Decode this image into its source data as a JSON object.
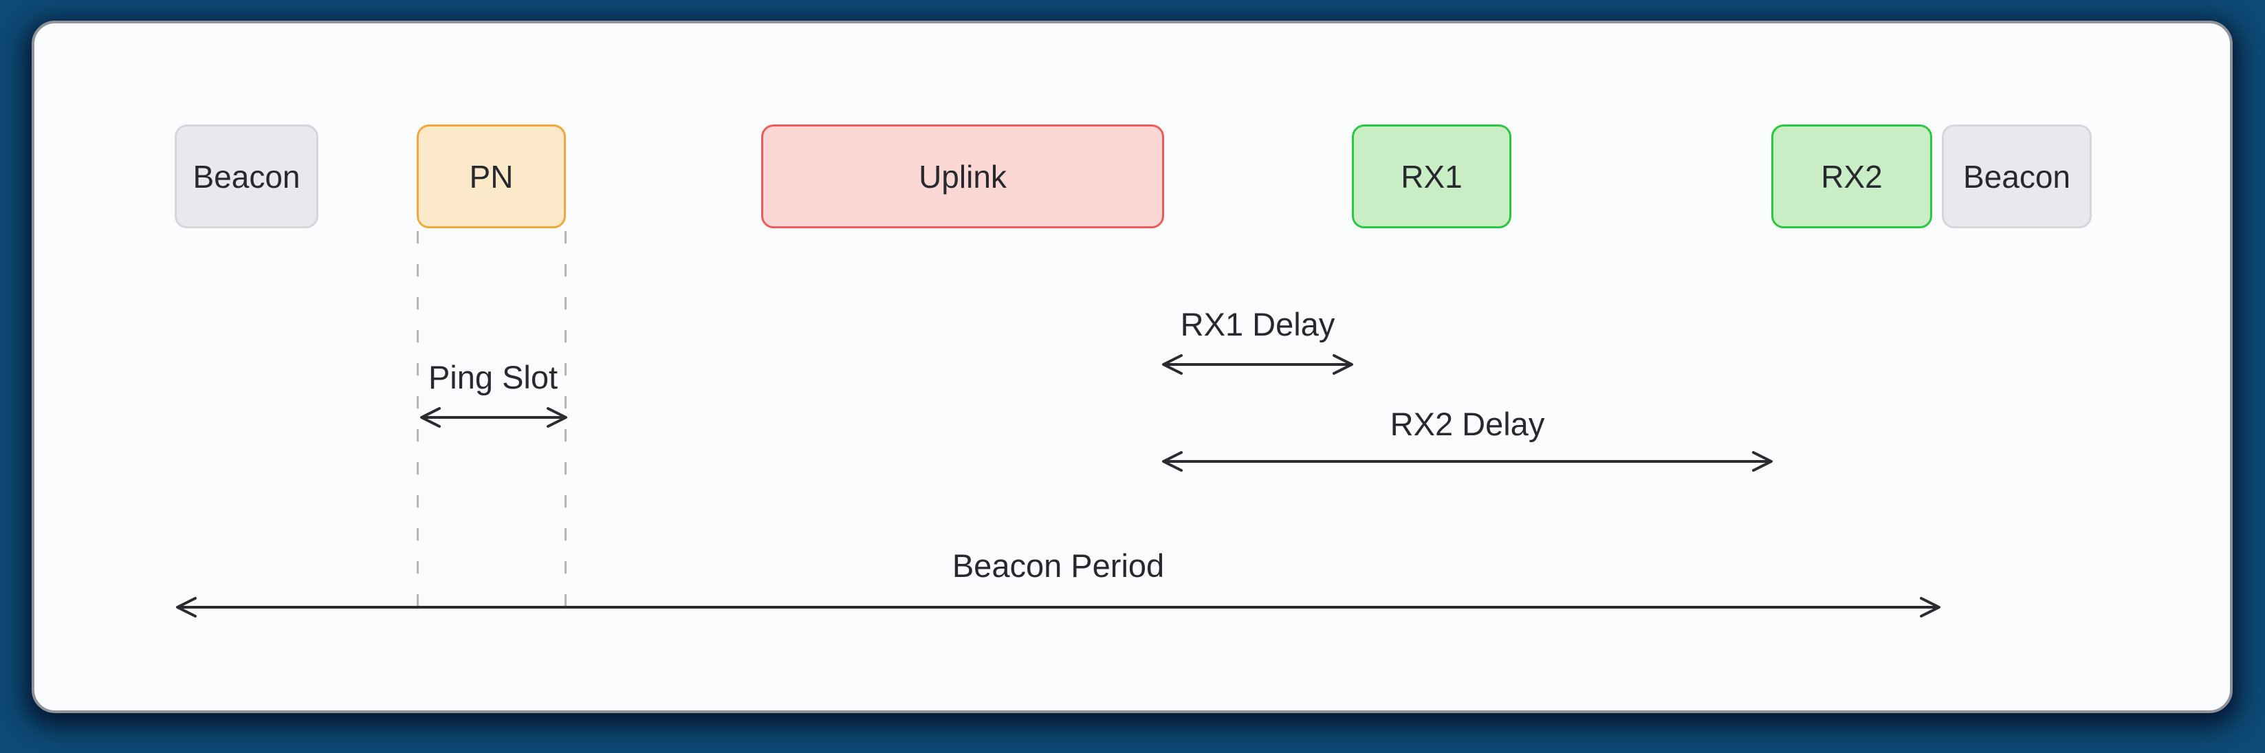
{
  "colors": {
    "page-bg": "#0d4a74",
    "card-bg": "#fafcfe",
    "card-border": "#90939a",
    "text": "#27292e",
    "arrow": "#2a2c30",
    "guide": "#b5b6ba",
    "beacon-fill": "#e9e9ed",
    "beacon-border": "#d6d6da",
    "ping-fill": "#fce9ca",
    "ping-border": "#f2a63c",
    "uplink-fill": "#fbd7d6",
    "uplink-border": "#ef5b5b",
    "rx-fill": "#c9eec6",
    "rx-border": "#2bc83f"
  },
  "boxes": {
    "beacon_start": "Beacon",
    "pn": "PN",
    "uplink": "Uplink",
    "rx1": "RX1",
    "rx2": "RX2",
    "beacon_end": "Beacon"
  },
  "annotations": {
    "ping_slot": "Ping Slot",
    "rx1_delay": "RX1 Delay",
    "rx2_delay": "RX2 Delay",
    "beacon_period": "Beacon Period"
  }
}
